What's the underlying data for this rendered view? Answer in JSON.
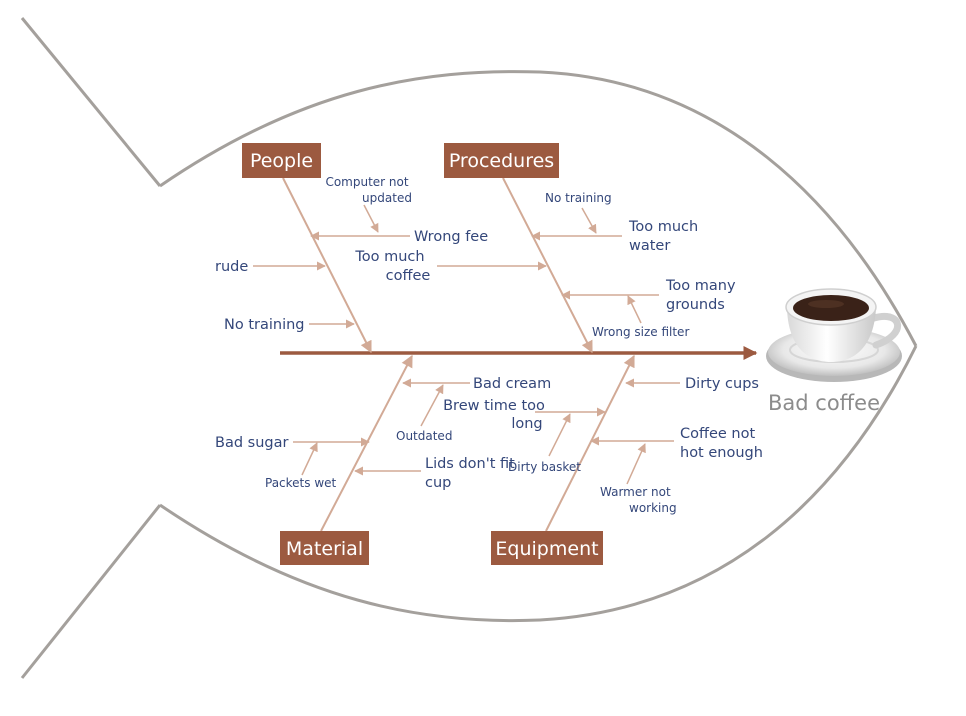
{
  "effect": {
    "label": "Bad coffee"
  },
  "categories": {
    "people": "People",
    "procedures": "Procedures",
    "material": "Material",
    "equipment": "Equipment"
  },
  "causes": {
    "people": {
      "computer_not_updated": [
        "Computer not",
        "updated"
      ],
      "wrong_fee": "Wrong fee",
      "rude": "rude",
      "no_training": "No training"
    },
    "procedures": {
      "no_training": "No training",
      "too_much_water": [
        "Too much",
        "water"
      ],
      "too_much_coffee": [
        "Too much",
        "coffee"
      ],
      "too_many_grounds": [
        "Too many",
        "grounds"
      ],
      "wrong_size_filter": "Wrong size filter"
    },
    "material": {
      "bad_cream": "Bad cream",
      "outdated": "Outdated",
      "bad_sugar": "Bad sugar",
      "packets_wet": "Packets wet",
      "lids_dont_fit": [
        "Lids don't fit",
        "cup"
      ]
    },
    "equipment": {
      "dirty_cups": "Dirty cups",
      "brew_time_too_long": [
        "Brew time too",
        "long"
      ],
      "dirty_basket": "Dirty basket",
      "coffee_not_hot_enough": [
        "Coffee not",
        "hot enough"
      ],
      "warmer_not_working": [
        "Warmer not",
        "working"
      ]
    }
  },
  "colors": {
    "fish_outline": "#a4a09c",
    "category_fill": "#9c5a40",
    "spine": "#9c5a40",
    "bone": "#d2aa96",
    "text": "#34477a"
  },
  "icons": {
    "effect": "coffee-cup-icon"
  }
}
